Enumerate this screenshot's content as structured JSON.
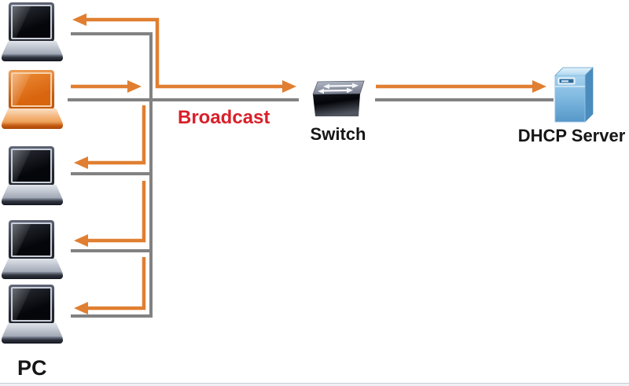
{
  "labels": {
    "broadcast": "Broadcast",
    "switch": "Switch",
    "dhcp_server": "DHCP Server",
    "pc": "PC"
  },
  "colors": {
    "broadcast_arrow_orange": "#E07F31",
    "cable_gray": "#828282",
    "broadcast_text_red": "#D9202A",
    "label_text_black": "#161616",
    "client_pc_orange": "#E4761F",
    "server_blue": "#6FB0DC"
  },
  "nodes": {
    "pc_group": {
      "label": "PC",
      "count": 5,
      "laptops": [
        {
          "id": "pc-1",
          "variant": "gray"
        },
        {
          "id": "pc-2",
          "variant": "orange-highlighted-client"
        },
        {
          "id": "pc-3",
          "variant": "gray"
        },
        {
          "id": "pc-4",
          "variant": "gray"
        },
        {
          "id": "pc-5",
          "variant": "gray"
        }
      ]
    },
    "switch": {
      "label": "Switch"
    },
    "dhcp_server": {
      "label": "DHCP Server"
    }
  },
  "flows": {
    "arrows": [
      {
        "from": "pc-2",
        "to": "junction",
        "direction": "right"
      },
      {
        "from": "junction",
        "to": "pc-1",
        "direction": "left"
      },
      {
        "from": "junction",
        "to": "switch",
        "direction": "right"
      },
      {
        "from": "switch",
        "to": "dhcp-server",
        "direction": "right"
      },
      {
        "from": "junction",
        "to": "pc-3",
        "direction": "left"
      },
      {
        "from": "junction",
        "to": "pc-4",
        "direction": "left"
      },
      {
        "from": "junction",
        "to": "pc-5",
        "direction": "left"
      }
    ]
  }
}
